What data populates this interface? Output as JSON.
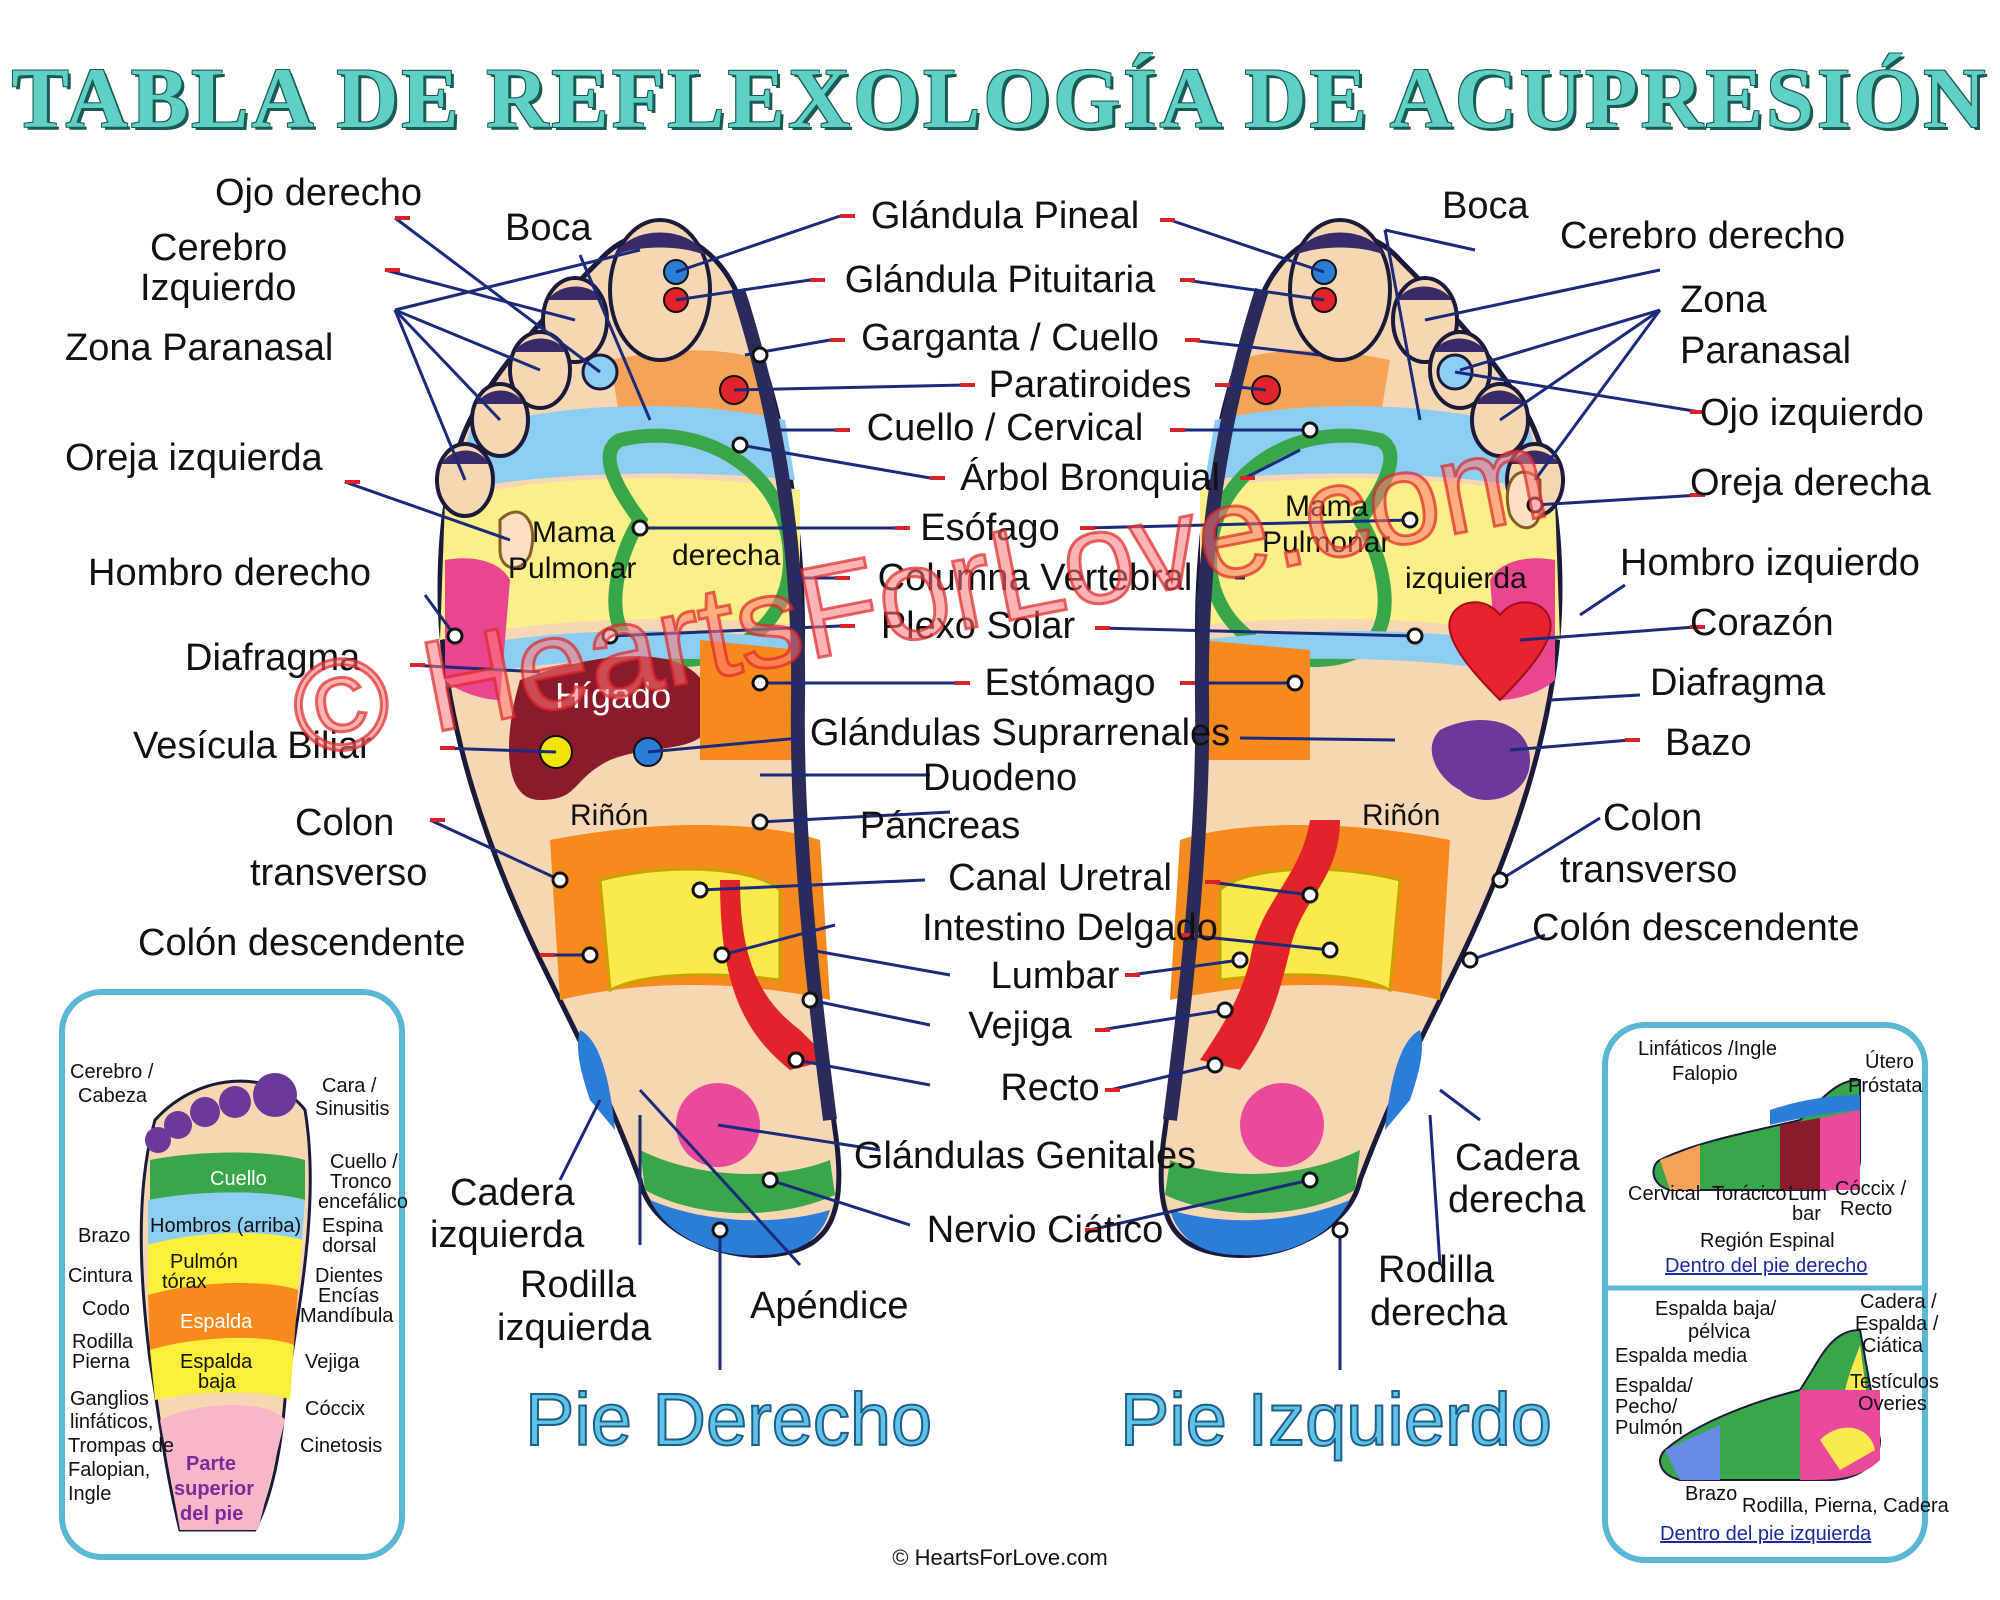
{
  "title": "TABLA DE REFLEXOLOGÍA DE ACUPRESIÓN",
  "watermark": "© HeartsForLove.com",
  "copyright": "© HeartsForLove.com",
  "feet": {
    "right_title": "Pie Derecho",
    "left_title": "Pie Izquierdo",
    "right_in": [
      "Mama",
      "Pulmonar",
      "derecha",
      "Hígado",
      "Riñón"
    ],
    "left_in": [
      "Mama",
      "Pulmonar",
      "izquierda",
      "Riñón"
    ]
  },
  "labels": {
    "left": [
      "Ojo derecho",
      "Cerebro",
      "Izquierdo",
      "Zona Paranasal",
      "Boca",
      "Oreja izquierda",
      "Hombro derecho",
      "Diafragma",
      "Vesícula Biliar",
      "Colon",
      "transverso",
      "Colón descendente",
      "Cadera",
      "izquierda",
      "Rodilla",
      "izquierda",
      "Apéndice"
    ],
    "center": [
      "Glándula Pineal",
      "Glándula Pituitaria",
      "Garganta / Cuello",
      "Paratiroides",
      "Cuello / Cervical",
      "Árbol Bronquial",
      "Esófago",
      "Columna Vertebral",
      "Plexo Solar",
      "Estómago",
      "Glándulas Suprarrenales",
      "Duodeno",
      "Páncreas",
      "Canal Uretral",
      "Intestino Delgado",
      "Lumbar",
      "Vejiga",
      "Recto",
      "Glándulas Genitales",
      "Nervio Ciático"
    ],
    "right": [
      "Boca",
      "Cerebro derecho",
      "Zona",
      "Paranasal",
      "Ojo izquierdo",
      "Oreja derecha",
      "Hombro izquierdo",
      "Corazón",
      "Diafragma",
      "Bazo",
      "Colon",
      "transverso",
      "Colón descendente",
      "Cadera",
      "derecha",
      "Rodilla",
      "derecha"
    ]
  },
  "inset_top_foot": {
    "labels": [
      "Cerebro /",
      "Cabeza",
      "Cara /",
      "Sinusitis",
      "Cuello /",
      "Tronco",
      "encefálico",
      "Espina",
      "dorsal",
      "Brazo",
      "Cintura",
      "Codo",
      "Rodilla",
      "Pierna",
      "Dientes",
      "Encías",
      "Mandíbula",
      "Vejiga",
      "Ganglios",
      "linfáticos,",
      "Trompas de",
      "Falopian,",
      "Ingle",
      "Cóccix",
      "Cinetosis"
    ],
    "in_foot": [
      "Cuello",
      "Hombros (arriba)",
      "Pulmón",
      "tórax",
      "Espalda",
      "Espalda",
      "baja"
    ],
    "bottom": [
      "Parte",
      "superior",
      "del pie"
    ]
  },
  "inset_inside_right": {
    "labels": [
      "Linfáticos /Ingle",
      "Falopio",
      "Útero",
      "Próstata",
      "Cervical",
      "Torácico",
      "Lum",
      "bar",
      "Cóccix /",
      "Recto",
      "Región Espinal"
    ],
    "subtitle": "Dentro del pie derecho"
  },
  "inset_inside_left": {
    "labels": [
      "Espalda baja/",
      "pélvica",
      "Espalda media",
      "Espalda/",
      "Pecho/",
      "Pulmón",
      "Cadera /",
      "Espalda /",
      "Ciática",
      "Testículos",
      "Overies",
      "Brazo",
      "Rodilla, Pierna, Cadera"
    ],
    "subtitle": "Dentro del pie izquierda"
  },
  "colors": {
    "title": "#5fd0c6",
    "line": "#1b2a7a",
    "tick": "#d8232a",
    "foot_title": "#5fc3e8",
    "inset_border": "#5bb7d6"
  }
}
